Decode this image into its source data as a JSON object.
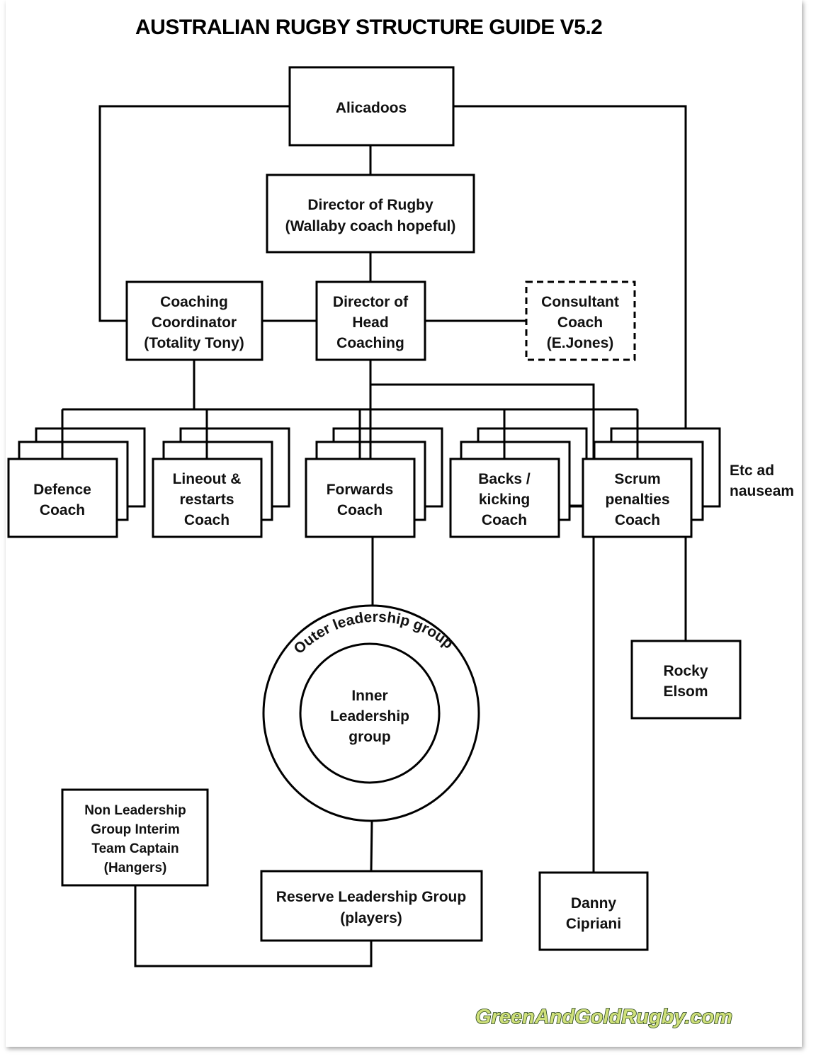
{
  "title": "AUSTRALIAN RUGBY STRUCTURE GUIDE V5.2",
  "nodes": {
    "alicadoos": [
      "Alicadoos"
    ],
    "director_of_rugby": [
      "Director of Rugby",
      "(Wallaby coach hopeful)"
    ],
    "coaching_coordinator": [
      "Coaching",
      "Coordinator",
      "(Totality Tony)"
    ],
    "director_head_coaching": [
      "Director of",
      "Head",
      "Coaching"
    ],
    "consultant_coach": [
      "Consultant",
      "Coach",
      "(E.Jones)"
    ],
    "defence_coach": [
      "Defence",
      "Coach"
    ],
    "lineout_coach": [
      "Lineout &",
      "restarts",
      "Coach"
    ],
    "forwards_coach": [
      "Forwards",
      "Coach"
    ],
    "backs_coach": [
      "Backs /",
      "kicking",
      "Coach"
    ],
    "scrum_coach": [
      "Scrum",
      "penalties",
      "Coach"
    ],
    "etc": [
      "Etc ad",
      "nauseam"
    ],
    "outer_leadership": "Outer leadership group",
    "inner_leadership": [
      "Inner",
      "Leadership",
      "group"
    ],
    "rocky_elsom": [
      "Rocky",
      "Elsom"
    ],
    "non_leadership_captain": [
      "Non Leadership",
      "Group Interim",
      "Team Captain",
      "(Hangers)"
    ],
    "reserve_leadership": [
      "Reserve Leadership Group",
      "(players)"
    ],
    "danny_cipriani": [
      "Danny",
      "Cipriani"
    ]
  },
  "watermark": "GreenAndGoldRugby.com"
}
